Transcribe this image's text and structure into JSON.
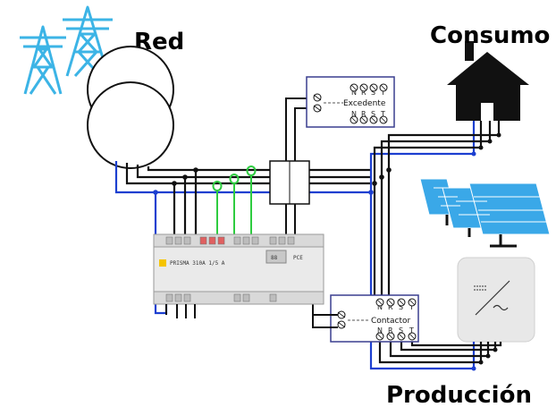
{
  "labels": {
    "grid": "Red",
    "consumption": "Consumo",
    "production": "Producción"
  },
  "surplus_box": {
    "title": "Excedente",
    "terminals": [
      "N",
      "R",
      "S",
      "T"
    ]
  },
  "contactor_box": {
    "title": "Contactor",
    "terminals": [
      "N",
      "R",
      "S",
      "T"
    ]
  },
  "meter": {
    "model_text": "PRISMA 310A 1/5 A",
    "brand_text": "PCE",
    "display": "88"
  },
  "icons": {
    "grid": "power-tower-icon",
    "consumption": "house-icon",
    "production_panels": "solar-panel-icon",
    "production_inverter": "inverter-icon",
    "transformer": "transformer-icon"
  },
  "colors": {
    "tower": "#3cb4e6",
    "neutral_wire": "#1c3fd0",
    "phase_wire": "#111111",
    "ct_wire": "#2ecc40",
    "box_border": "#3a3f8f",
    "panel": "#3aa8e8"
  }
}
